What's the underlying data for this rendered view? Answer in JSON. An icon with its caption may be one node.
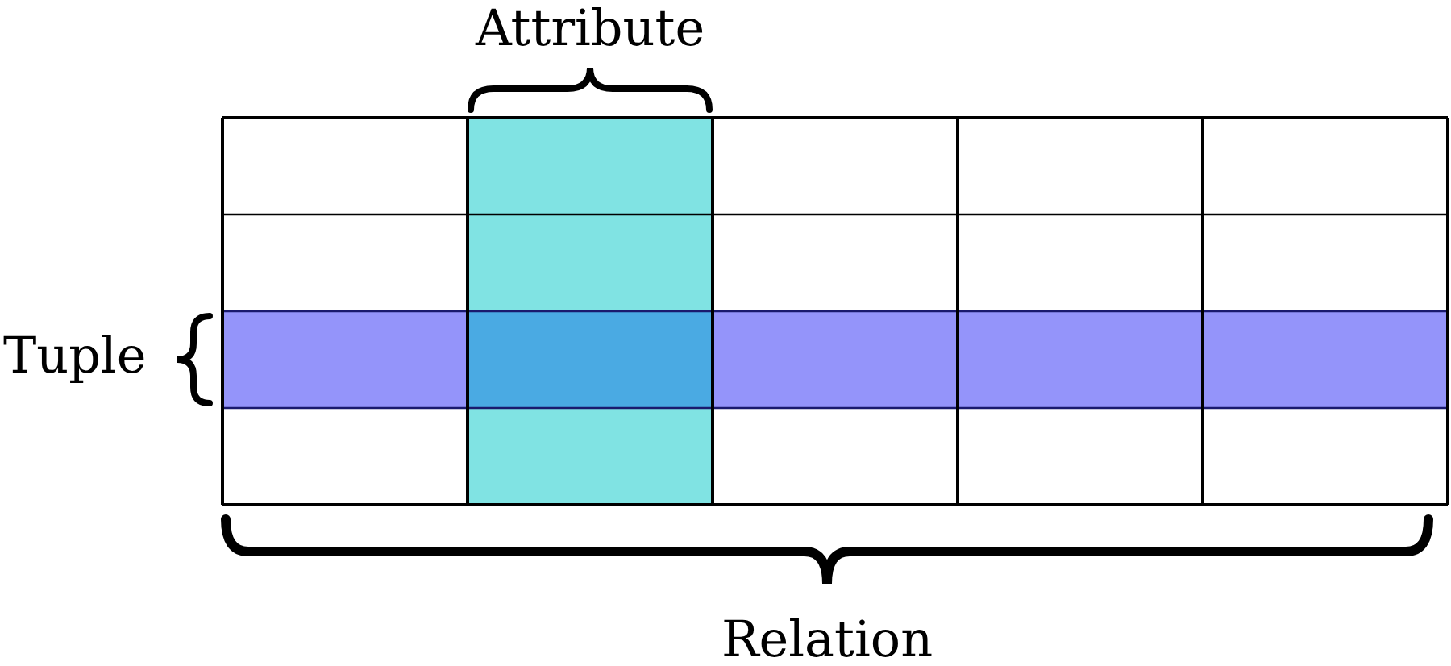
{
  "diagram": {
    "labels": [
      "Attribute",
      "Tuple",
      "Relation"
    ]
  }
}
